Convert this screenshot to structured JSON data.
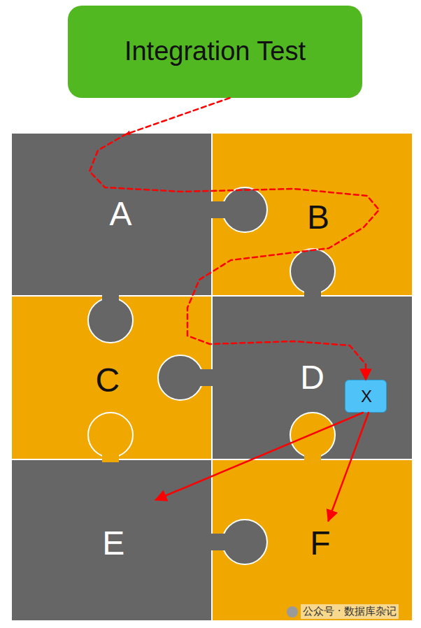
{
  "diagram": {
    "nodes": [
      {
        "text": [
          "Integration Test"
        ]
      },
      {
        "text": [
          "A"
        ]
      },
      {
        "text": [
          "B"
        ]
      },
      {
        "text": [
          "C"
        ]
      },
      {
        "text": [
          "D"
        ]
      },
      {
        "text": [
          "X"
        ],
        "in": 4
      },
      {
        "text": [
          "E"
        ]
      },
      {
        "text": [
          "F"
        ]
      }
    ],
    "edges": [
      {
        "from": 0,
        "to": 5,
        "arrow": "to"
      },
      {
        "from": 5,
        "to": 6,
        "arrow": "to"
      },
      {
        "from": 5,
        "to": 7,
        "arrow": "to"
      }
    ],
    "labels": [
      "公众号 · 数据库杂记"
    ]
  }
}
